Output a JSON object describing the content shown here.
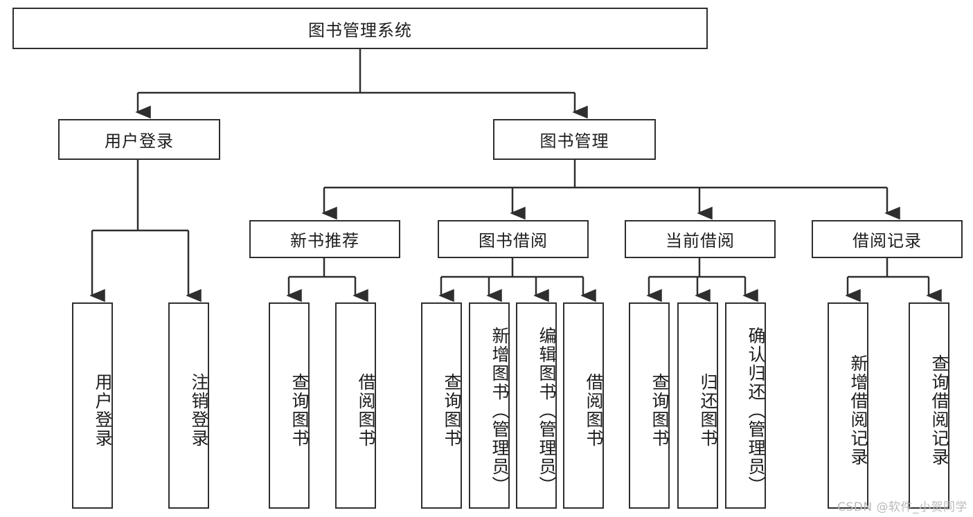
{
  "diagram": {
    "title": "图书管理系统",
    "type": "tree-hierarchy-chart",
    "root": {
      "id": "root",
      "label": "图书管理系统"
    },
    "level2": [
      {
        "id": "user-login",
        "label": "用户登录"
      },
      {
        "id": "book-manage",
        "label": "图书管理"
      }
    ],
    "level3": [
      {
        "id": "new-book-rec",
        "label": "新书推荐",
        "parent": "book-manage"
      },
      {
        "id": "book-borrow",
        "label": "图书借阅",
        "parent": "book-manage"
      },
      {
        "id": "current-borrow",
        "label": "当前借阅",
        "parent": "book-manage"
      },
      {
        "id": "borrow-record",
        "label": "借阅记录",
        "parent": "book-manage"
      }
    ],
    "leaves": [
      {
        "id": "leaf-user-login",
        "label": "用户登录",
        "parent": "user-login"
      },
      {
        "id": "leaf-logout",
        "label": "注销登录",
        "parent": "user-login"
      },
      {
        "id": "leaf-query-book-1",
        "label": "查询图书",
        "parent": "new-book-rec"
      },
      {
        "id": "leaf-borrow-book-1",
        "label": "借阅图书",
        "parent": "new-book-rec"
      },
      {
        "id": "leaf-query-book-2",
        "label": "查询图书",
        "parent": "book-borrow"
      },
      {
        "id": "leaf-add-book",
        "label": "新增图书（管理员）",
        "parent": "book-borrow"
      },
      {
        "id": "leaf-edit-book",
        "label": "编辑图书（管理员）",
        "parent": "book-borrow"
      },
      {
        "id": "leaf-borrow-book-2",
        "label": "借阅图书",
        "parent": "book-borrow"
      },
      {
        "id": "leaf-query-book-3",
        "label": "查询图书",
        "parent": "current-borrow"
      },
      {
        "id": "leaf-return-book",
        "label": "归还图书",
        "parent": "current-borrow"
      },
      {
        "id": "leaf-confirm-return",
        "label": "确认归还（管理员）",
        "parent": "current-borrow"
      },
      {
        "id": "leaf-add-record",
        "label": "新增借阅记录",
        "parent": "borrow-record"
      },
      {
        "id": "leaf-query-record",
        "label": "查询借阅记录",
        "parent": "borrow-record"
      }
    ]
  },
  "watermark": {
    "text": "CSDN @软件_小贺同学"
  },
  "colors": {
    "stroke": "#2e2e2e",
    "fill": "#ffffff",
    "text": "#1c1c1c",
    "watermark": "#b9b9b9"
  }
}
